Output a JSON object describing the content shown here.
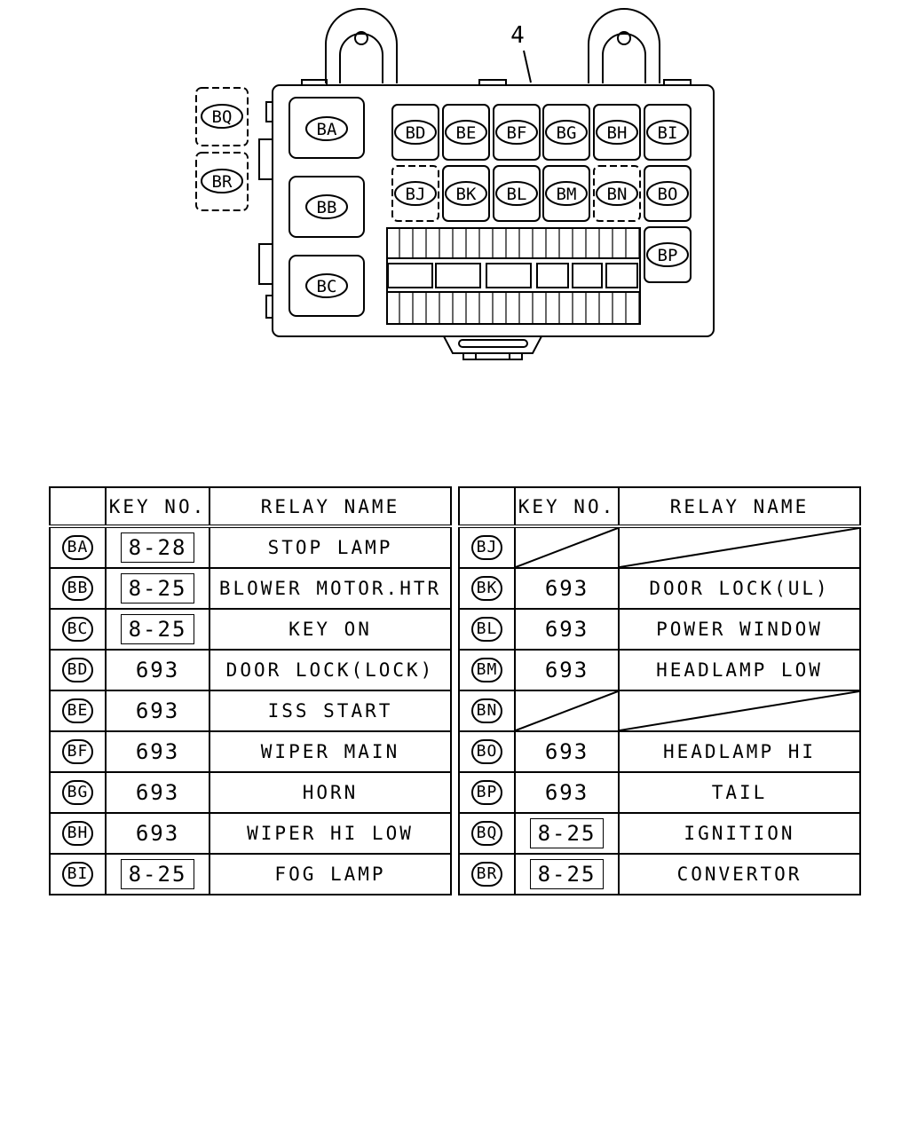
{
  "diagram": {
    "part_number": "4",
    "codes": [
      "BA",
      "BB",
      "BC",
      "BD",
      "BE",
      "BF",
      "BG",
      "BH",
      "BI",
      "BJ",
      "BK",
      "BL",
      "BM",
      "BN",
      "BO",
      "BP",
      "BQ",
      "BR"
    ]
  },
  "table_header": {
    "key_no": "KEY NO.",
    "relay_name": "RELAY NAME"
  },
  "left_rows": [
    {
      "code": "BA",
      "key": "8-28",
      "boxed": true,
      "name": "STOP LAMP"
    },
    {
      "code": "BB",
      "key": "8-25",
      "boxed": true,
      "name": "BLOWER MOTOR.HTR"
    },
    {
      "code": "BC",
      "key": "8-25",
      "boxed": true,
      "name": "KEY ON"
    },
    {
      "code": "BD",
      "key": "693",
      "boxed": false,
      "name": "DOOR LOCK(LOCK)"
    },
    {
      "code": "BE",
      "key": "693",
      "boxed": false,
      "name": "ISS START"
    },
    {
      "code": "BF",
      "key": "693",
      "boxed": false,
      "name": "WIPER MAIN"
    },
    {
      "code": "BG",
      "key": "693",
      "boxed": false,
      "name": "HORN"
    },
    {
      "code": "BH",
      "key": "693",
      "boxed": false,
      "name": "WIPER HI LOW"
    },
    {
      "code": "BI",
      "key": "8-25",
      "boxed": true,
      "name": "FOG LAMP"
    }
  ],
  "right_rows": [
    {
      "code": "BJ",
      "key": "",
      "boxed": false,
      "name": "",
      "empty": true
    },
    {
      "code": "BK",
      "key": "693",
      "boxed": false,
      "name": "DOOR LOCK(UL)"
    },
    {
      "code": "BL",
      "key": "693",
      "boxed": false,
      "name": "POWER WINDOW"
    },
    {
      "code": "BM",
      "key": "693",
      "boxed": false,
      "name": "HEADLAMP LOW"
    },
    {
      "code": "BN",
      "key": "",
      "boxed": false,
      "name": "",
      "empty": true
    },
    {
      "code": "BO",
      "key": "693",
      "boxed": false,
      "name": "HEADLAMP HI"
    },
    {
      "code": "BP",
      "key": "693",
      "boxed": false,
      "name": "TAIL"
    },
    {
      "code": "BQ",
      "key": "8-25",
      "boxed": true,
      "name": "IGNITION"
    },
    {
      "code": "BR",
      "key": "8-25",
      "boxed": true,
      "name": "CONVERTOR"
    }
  ]
}
